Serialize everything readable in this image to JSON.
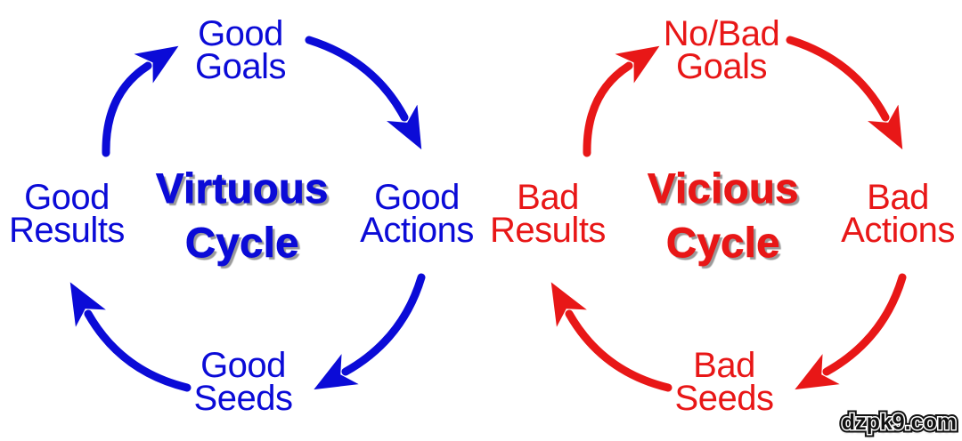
{
  "page": {
    "background": "#ffffff",
    "watermark": "dzpk9.com"
  },
  "colors": {
    "virtuous": "#0b0bd7",
    "vicious": "#e81717",
    "title_shadow": "#9a9a9a",
    "watermark_ink": "#111111",
    "watermark_inner": "#ffffff",
    "background": "#ffffff"
  },
  "cycles": [
    {
      "name": "virtuous-cycle",
      "color": "#0b0bd7",
      "title": [
        "Virtuous",
        "Cycle"
      ],
      "nodes": {
        "goals": [
          "Good",
          "Goals"
        ],
        "actions": [
          "Good",
          "Actions"
        ],
        "seeds": [
          "Good",
          "Seeds"
        ],
        "results": [
          "Good",
          "Results"
        ]
      },
      "arrows": [
        {
          "from": "results",
          "to": "goals"
        },
        {
          "from": "goals",
          "to": "actions"
        },
        {
          "from": "actions",
          "to": "seeds"
        },
        {
          "from": "seeds",
          "to": "results"
        }
      ]
    },
    {
      "name": "vicious-cycle",
      "color": "#e81717",
      "title": [
        "Vicious",
        "Cycle"
      ],
      "nodes": {
        "goals": [
          "No/Bad",
          "Goals"
        ],
        "actions": [
          "Bad",
          "Actions"
        ],
        "seeds": [
          "Bad",
          "Seeds"
        ],
        "results": [
          "Bad",
          "Results"
        ]
      },
      "arrows": [
        {
          "from": "results",
          "to": "goals"
        },
        {
          "from": "goals",
          "to": "actions"
        },
        {
          "from": "actions",
          "to": "seeds"
        },
        {
          "from": "seeds",
          "to": "results"
        }
      ]
    }
  ]
}
